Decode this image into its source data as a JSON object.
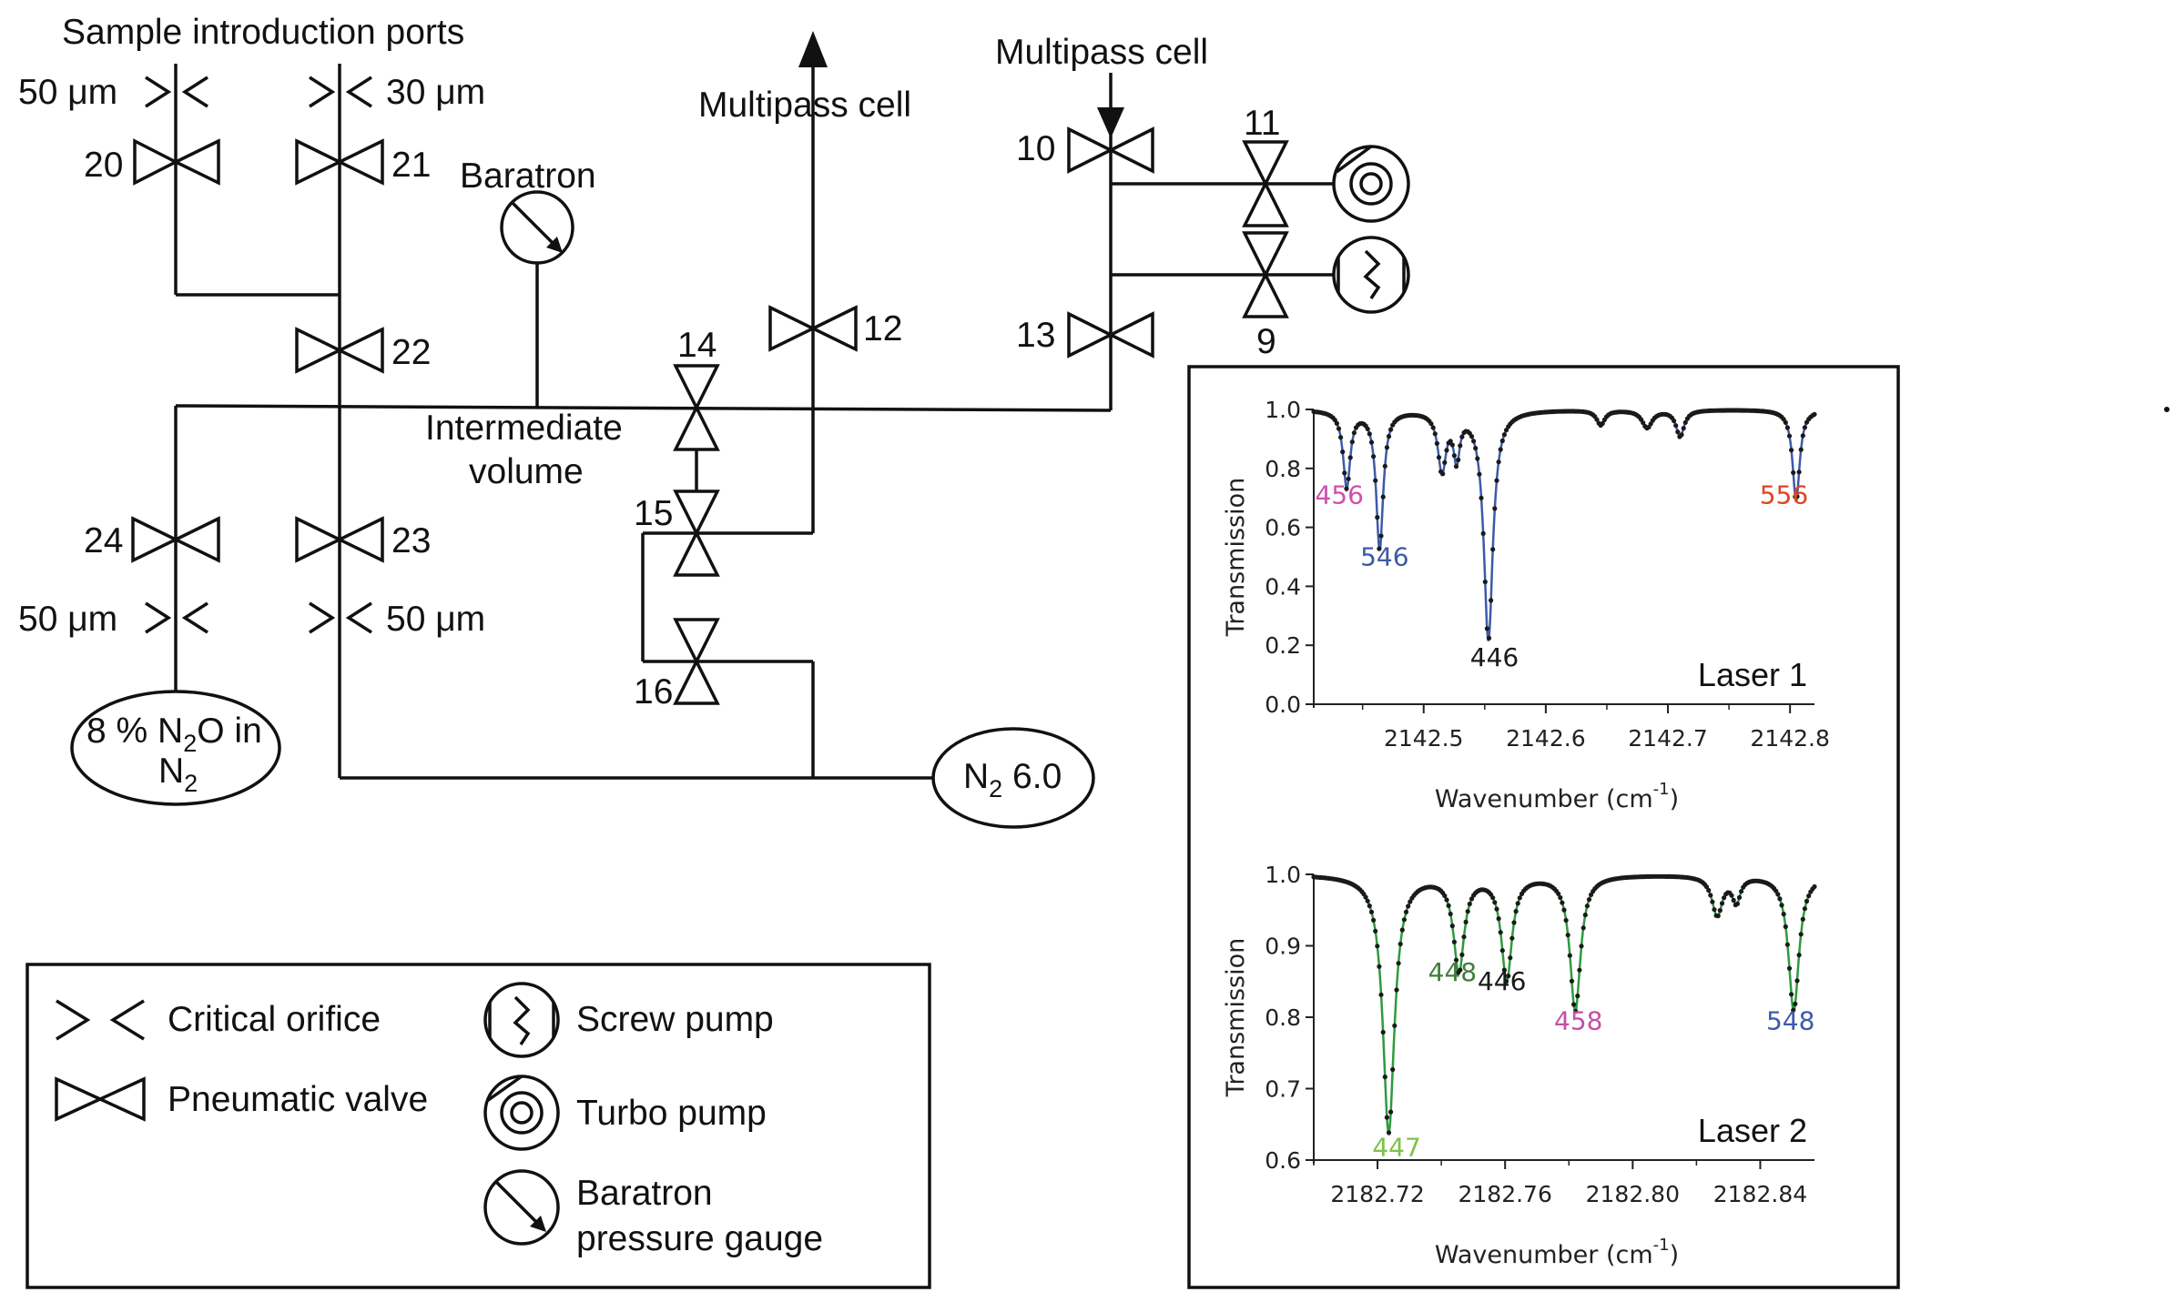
{
  "labels": {
    "sample_ports": "Sample introduction ports",
    "multipass_top": "Multipass cell",
    "multipass_mid": "Multipass cell",
    "baratron": "Baratron",
    "intermediate_1": "Intermediate",
    "intermediate_2": "volume",
    "orifice_50_tl": "50 μm",
    "orifice_30": "30 μm",
    "orifice_50_bl": "50 μm",
    "orifice_50_br": "50 μm",
    "v9": "9",
    "v10": "10",
    "v11": "11",
    "v12": "12",
    "v13": "13",
    "v14": "14",
    "v15": "15",
    "v16": "16",
    "v20": "20",
    "v21": "21",
    "v22": "22",
    "v23": "23",
    "v24": "24",
    "n2o_line1": "8 % N",
    "n2o_sub_2": "2",
    "n2o_line1b": "O in",
    "n2o_line2": "N",
    "n2o_sub_2b": "2",
    "n2_main": "N",
    "n2_sub": "2",
    "n2_grade": " 6.0"
  },
  "legend": {
    "critical_orifice": "Critical orifice",
    "pneumatic_valve": "Pneumatic valve",
    "screw_pump": "Screw pump",
    "turbo_pump": "Turbo pump",
    "baratron_1": "Baratron",
    "baratron_2": "pressure gauge"
  },
  "chart_data": [
    {
      "type": "line",
      "panel_label": "Laser 1",
      "xlabel": "Wavenumber (cm",
      "xlabel_sup": "-1",
      "xlabel_end": ")",
      "ylabel": "Transmission",
      "xlim": [
        2142.41,
        2142.82
      ],
      "ylim": [
        0.0,
        1.0
      ],
      "xticks": [
        "2142.5",
        "2142.6",
        "2142.7",
        "2142.8"
      ],
      "yticks": [
        "0.0",
        "0.2",
        "0.4",
        "0.6",
        "0.8",
        "1.0"
      ],
      "series": [
        {
          "kind": "measured",
          "color": "#1a1a1a"
        },
        {
          "kind": "fit",
          "color": "#3d5aa8"
        }
      ],
      "peaks": [
        {
          "x": 2142.437,
          "min": 0.74,
          "width": 0.0035
        },
        {
          "x": 2142.464,
          "min": 0.53,
          "width": 0.0035
        },
        {
          "x": 2142.515,
          "min": 0.8,
          "width": 0.004
        },
        {
          "x": 2142.527,
          "min": 0.85,
          "width": 0.003
        },
        {
          "x": 2142.553,
          "min": 0.22,
          "width": 0.0045
        },
        {
          "x": 2142.645,
          "min": 0.95,
          "width": 0.004
        },
        {
          "x": 2142.683,
          "min": 0.94,
          "width": 0.005
        },
        {
          "x": 2142.71,
          "min": 0.91,
          "width": 0.004
        },
        {
          "x": 2142.805,
          "min": 0.69,
          "width": 0.0035
        }
      ],
      "annotations": [
        {
          "text": "456",
          "color": "#d04fb0",
          "x": 2142.431,
          "y": 0.68
        },
        {
          "text": "546",
          "color": "#3d5aa8",
          "x": 2142.468,
          "y": 0.47
        },
        {
          "text": "446",
          "color": "#1a1a1a",
          "x": 2142.558,
          "y": 0.13
        },
        {
          "text": "556",
          "color": "#e0451e",
          "x": 2142.795,
          "y": 0.68
        }
      ]
    },
    {
      "type": "line",
      "panel_label": "Laser 2",
      "xlabel": "Wavenumber (cm",
      "xlabel_sup": "-1",
      "xlabel_end": ")",
      "ylabel": "Transmission",
      "xlim": [
        2182.7,
        2182.857
      ],
      "ylim": [
        0.6,
        1.0
      ],
      "xticks": [
        "2182.72",
        "2182.76",
        "2182.80",
        "2182.84"
      ],
      "yticks": [
        "0.6",
        "0.7",
        "0.8",
        "0.9",
        "1.0"
      ],
      "series": [
        {
          "kind": "measured",
          "color": "#1a1a1a"
        },
        {
          "kind": "fit",
          "color": "#2e9a3e"
        }
      ],
      "peaks": [
        {
          "x": 2182.7235,
          "min": 0.64,
          "width": 0.0022
        },
        {
          "x": 2182.7455,
          "min": 0.868,
          "width": 0.002
        },
        {
          "x": 2182.7605,
          "min": 0.855,
          "width": 0.002
        },
        {
          "x": 2182.782,
          "min": 0.81,
          "width": 0.002
        },
        {
          "x": 2182.8265,
          "min": 0.945,
          "width": 0.002
        },
        {
          "x": 2182.8325,
          "min": 0.965,
          "width": 0.0015
        },
        {
          "x": 2182.8505,
          "min": 0.81,
          "width": 0.002
        }
      ],
      "annotations": [
        {
          "text": "448",
          "color": "#3f7d3a",
          "x": 2182.7435,
          "y": 0.851
        },
        {
          "text": "446",
          "color": "#1a1a1a",
          "x": 2182.759,
          "y": 0.838
        },
        {
          "text": "458",
          "color": "#c44fa8",
          "x": 2182.783,
          "y": 0.783
        },
        {
          "text": "548",
          "color": "#3d5aa8",
          "x": 2182.8495,
          "y": 0.783
        },
        {
          "text": "447",
          "color": "#7fc24a",
          "x": 2182.726,
          "y": 0.606
        }
      ]
    }
  ]
}
